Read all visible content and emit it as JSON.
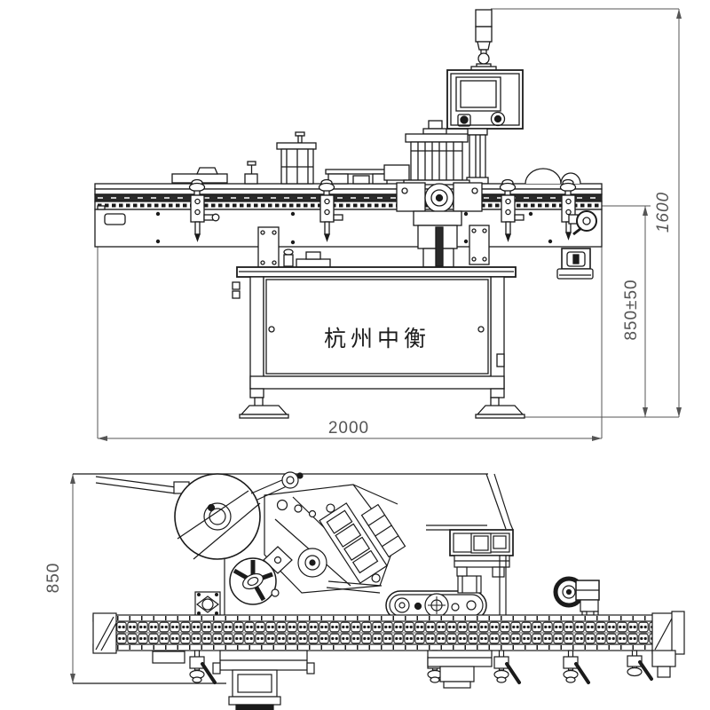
{
  "document": {
    "type": "engineering-drawing",
    "subject": "labeling machine, front elevation and plan view",
    "brand_text": "杭州中衡",
    "line_color": "#1b1b1b",
    "dim_color": "#555555"
  },
  "front_view": {
    "name": "front elevation",
    "dimensions": {
      "overall_length": "2000",
      "overall_height": "1600",
      "conveyor_height": "850±50"
    },
    "components": [
      "signal-tower-light",
      "hmi-control-panel",
      "conveyor-beam",
      "label-reel-column",
      "wrap-cylinder",
      "roller-station",
      "guide-rail-clamps",
      "hand-crank",
      "power-socket-box",
      "support-columns",
      "machine-cabinet",
      "leveling-feet"
    ]
  },
  "plan_view": {
    "name": "top plan view",
    "dimensions": {
      "overall_depth": "850"
    },
    "components": [
      "label-unwind-reel",
      "rewind-wheel",
      "dancer-roller",
      "applicator-unit",
      "wrap-belt-unit",
      "hmi-panel-top",
      "drive-motor",
      "conveyor-chain",
      "clamp-handles",
      "support-feet"
    ]
  }
}
